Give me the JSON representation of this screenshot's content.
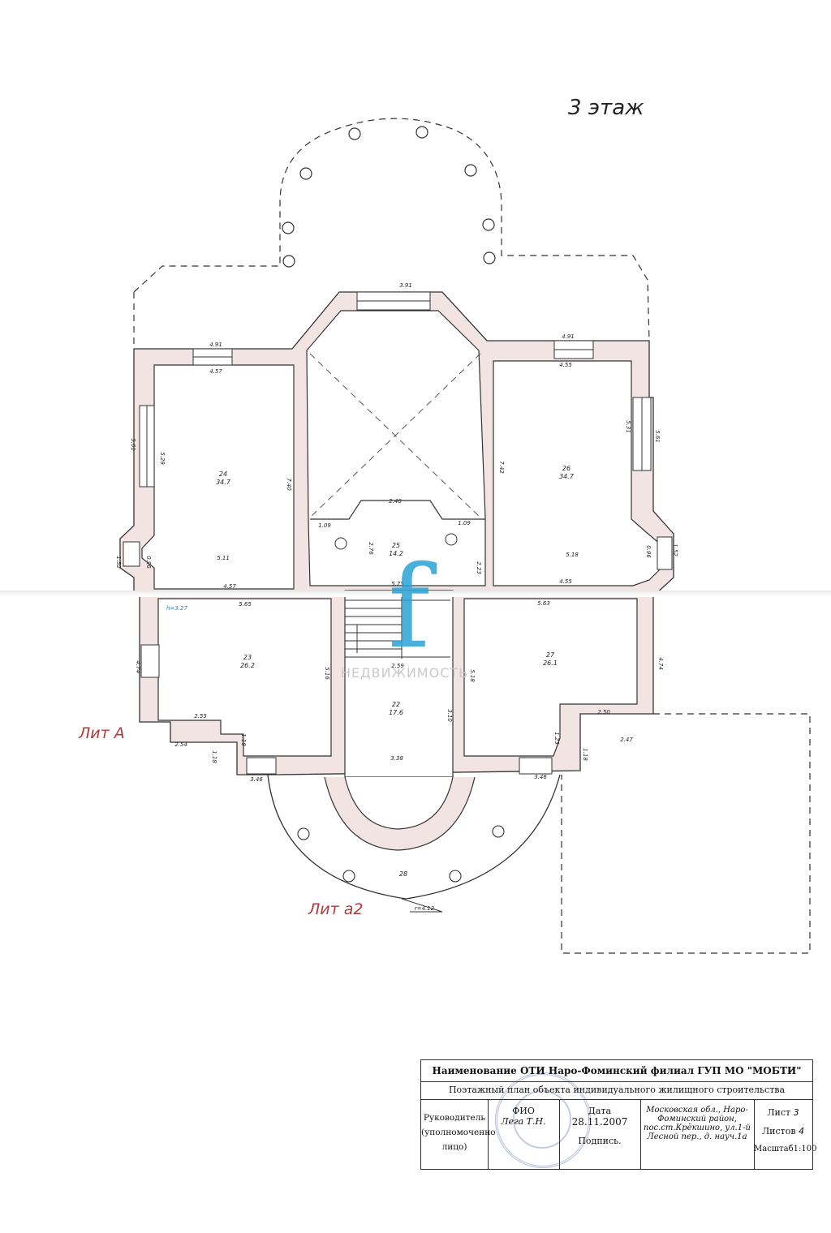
{
  "header": {
    "floor_title": "3 этаж"
  },
  "labels": {
    "lit_a": "Лит А",
    "lit_a2": "Лит а2"
  },
  "watermark": {
    "logo_char": "f",
    "text": "НЕДВИЖИМОСТЬ"
  },
  "rooms": [
    {
      "number": "24",
      "area": "34.7"
    },
    {
      "number": "25",
      "area": "14.2"
    },
    {
      "number": "26",
      "area": "34.7"
    },
    {
      "number": "23",
      "area": "26.2"
    },
    {
      "number": "22",
      "area": "17.6"
    },
    {
      "number": "27",
      "area": "26.1"
    },
    {
      "number": "28",
      "area": ""
    }
  ],
  "dimensions": {
    "top_bay": "3.91",
    "left_top_outer": "4.91",
    "left_top_inner": "4.57",
    "right_top_outer": "4.91",
    "right_top_inner": "4.55",
    "left_side_outer": "5.61",
    "left_side_inner": "5.29",
    "right_side_outer": "5.61",
    "right_side_inner": "5.31",
    "room24_height": "7.40",
    "room26_height": "7.42",
    "room24_width": "5.11",
    "room26_width": "5.18",
    "left_bay_outer": "1.52",
    "left_bay_inner": "0.96",
    "right_bay_outer": "1.52",
    "right_bay_inner": "0.96",
    "room24_bottom": "4.57",
    "room26_bottom": "4.55",
    "hall_top": "2.46",
    "hall_left": "1.09",
    "hall_right": "1.09",
    "hall_height": "2.76",
    "hall_right_side": "2.23",
    "hall_bottom": "5.75",
    "height_mark": "h=3.27",
    "room23_top": "5.65",
    "room27_top": "5.63",
    "room23_left": "4.74",
    "room27_right": "4.74",
    "room23_right": "5.16",
    "room27_left": "5.18",
    "stair_width": "2.59",
    "room23_step": "2.55",
    "room27_step": "2.50",
    "room23_corner": "2.54",
    "room27_corner": "2.47",
    "room23_jog": "1.18",
    "room27_jog": "1.23",
    "left_small": "1.18",
    "right_small": "1.18",
    "left_bottom": "3.46",
    "right_bottom": "3.46",
    "room22_side": "3.10",
    "room22_width": "3.38",
    "radius": "r=4.12"
  },
  "stamp": {
    "org": "Наименование ОТИ Наро-Фоминский филиал ГУП МО \"МОБТИ\"",
    "doc_title": "Поэтажный план объекта индивидуального жилищного строительства",
    "role_label": "Руководитель (уполномоченно лицо)",
    "fio_label": "ФИО",
    "fio_value": "Лега Т.Н.",
    "date_label": "Дата",
    "date_value": "28.11.2007",
    "sign_label": "Подпись.",
    "address": "Московская обл., Наро-Фоминский район, пос.ст.Крёкшино, ул.1-й Лесной пер., д. науч.1а",
    "sheet_label": "Лист",
    "sheet_value": "3",
    "sheets_label": "Листов",
    "sheets_value": "4",
    "scale": "Масштаб1:100"
  }
}
